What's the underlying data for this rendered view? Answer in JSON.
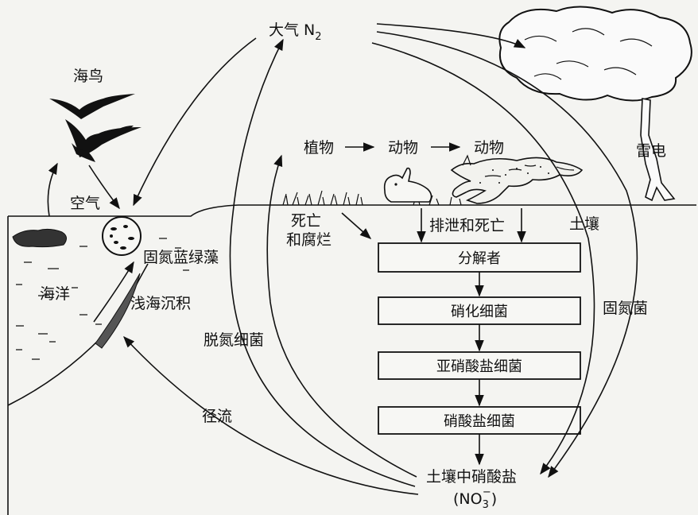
{
  "labels": {
    "atmosphere": "大气 N",
    "atmosphere_sub": "2",
    "seabird": "海鸟",
    "air": "空气",
    "ocean": "海洋",
    "cyanobacteria": "固氮蓝绿藻",
    "shallow_sediment": "浅海沉积",
    "denitrifying_bacteria": "脱氮细菌",
    "runoff": "径流",
    "chain_plant": "植物",
    "chain_animal1": "动物",
    "chain_animal2": "动物",
    "death_decay_line1": "死亡",
    "death_decay_line2": "和腐烂",
    "excretion_death": "排泄和死亡",
    "soil": "土壤",
    "lightning": "雷电",
    "nitrogen_fixing_bacteria": "固氮菌",
    "soil_nitrate": "土壤中硝酸盐",
    "nitrate_formula_open": "(NO",
    "nitrate_formula_sub": "3",
    "nitrate_formula_sup": "−",
    "nitrate_formula_close": ")"
  },
  "boxes": [
    {
      "label": "分解者"
    },
    {
      "label": "硝化细菌"
    },
    {
      "label": "亚硝酸盐细菌"
    },
    {
      "label": "硝酸盐细菌"
    }
  ],
  "icons": {
    "bird": "seabird-icon",
    "cloud": "thundercloud-icon",
    "fox": "fox-icon",
    "rabbit": "rabbit-icon",
    "plants": "grass-icon",
    "algae": "algae-cell-icon"
  }
}
